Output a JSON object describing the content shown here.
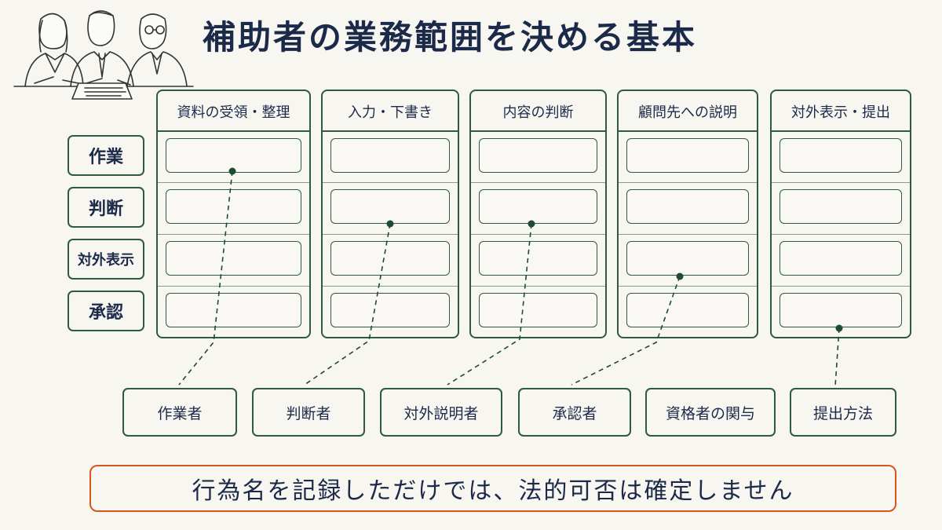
{
  "title": "補助者の業務範囲を決める基本",
  "columns": [
    {
      "label": "資料の受領・整理"
    },
    {
      "label": "入力・下書き"
    },
    {
      "label": "内容の判断"
    },
    {
      "label": "顧問先への説明"
    },
    {
      "label": "対外表示・提出"
    }
  ],
  "rows": [
    {
      "label": "作業"
    },
    {
      "label": "判断"
    },
    {
      "label": "対外表示"
    },
    {
      "label": "承認"
    }
  ],
  "roles": [
    {
      "label": "作業者"
    },
    {
      "label": "判断者"
    },
    {
      "label": "対外説明者"
    },
    {
      "label": "承認者"
    },
    {
      "label": "資格者の関与"
    },
    {
      "label": "提出方法"
    }
  ],
  "notice": "行為名を記録しただけでは、法的可否は確定しません",
  "colors": {
    "title": "#1c2a4a",
    "frame": "#2f5a3c",
    "notice_border": "#d9551e",
    "background": "#f7f6f1"
  }
}
